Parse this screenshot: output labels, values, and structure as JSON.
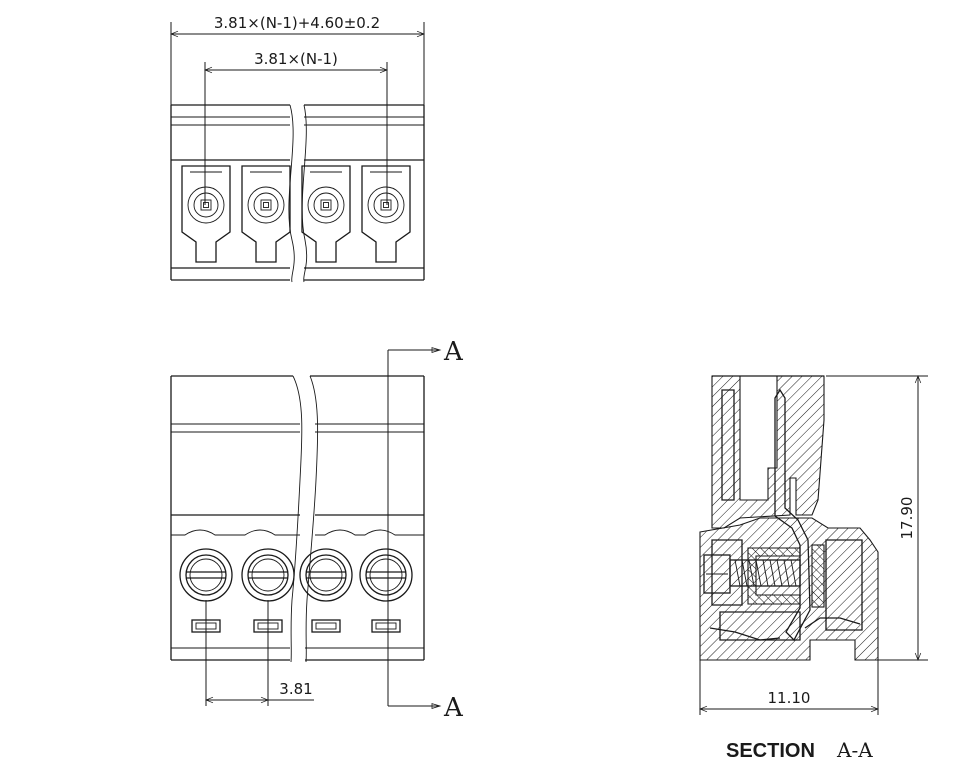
{
  "top_view": {
    "overall_dim": "3.81×(N-1)+4.60±0.2",
    "pitch_dim": "3.81×(N-1)"
  },
  "front_view": {
    "pitch_label": "3.81",
    "section_marker_top": "A",
    "section_marker_bottom": "A"
  },
  "section_view": {
    "height_label": "17.90",
    "width_label": "11.10",
    "title_word": "SECTION",
    "title_letters": "A-A"
  },
  "colors": {
    "ink": "#1a1a1a",
    "paper": "#ffffff"
  }
}
